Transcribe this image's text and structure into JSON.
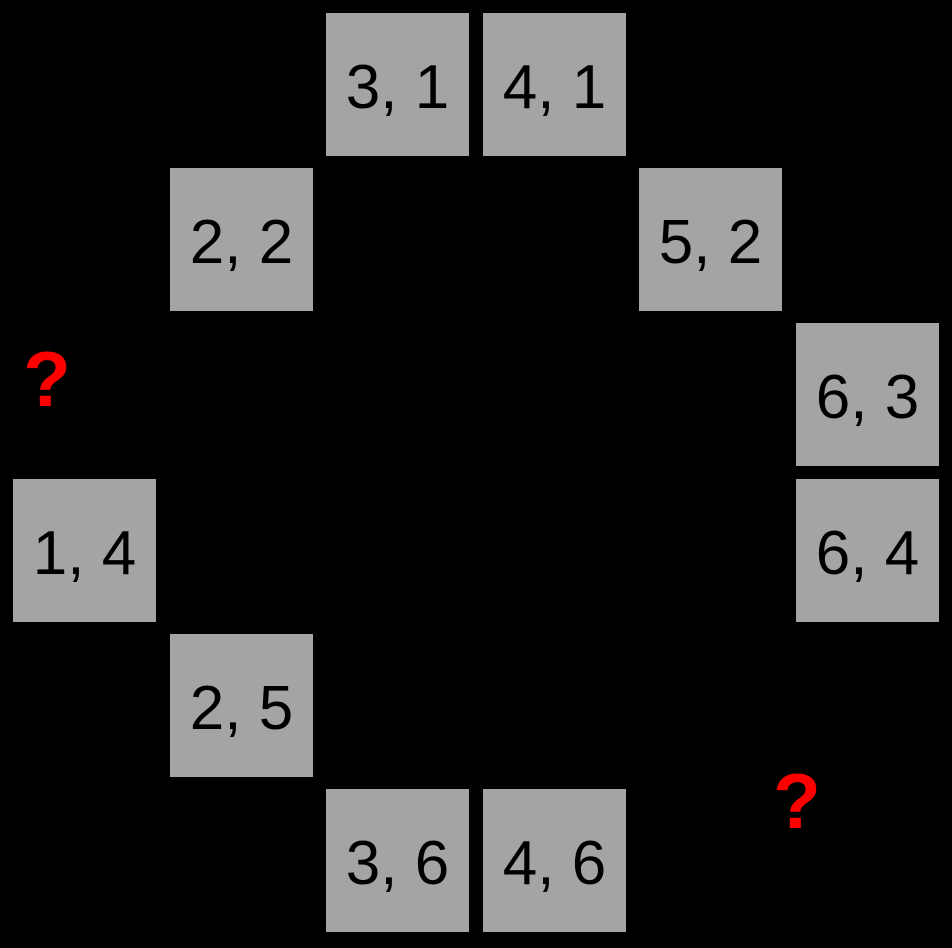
{
  "canvas": {
    "background": "#000000"
  },
  "styles": {
    "box_color": "#a4a4a4",
    "box_text_color": "#000000",
    "question_color": "#ff0000"
  },
  "boxes": [
    {
      "label": "3, 1",
      "col": 3,
      "row": 1
    },
    {
      "label": "4, 1",
      "col": 4,
      "row": 1
    },
    {
      "label": "2, 2",
      "col": 2,
      "row": 2
    },
    {
      "label": "5, 2",
      "col": 5,
      "row": 2
    },
    {
      "label": "6, 3",
      "col": 6,
      "row": 3
    },
    {
      "label": "1, 4",
      "col": 1,
      "row": 4
    },
    {
      "label": "6, 4",
      "col": 6,
      "row": 4
    },
    {
      "label": "2, 5",
      "col": 2,
      "row": 5
    },
    {
      "label": "3, 6",
      "col": 3,
      "row": 6
    },
    {
      "label": "4, 6",
      "col": 4,
      "row": 6
    }
  ],
  "questions": [
    {
      "glyph": "?",
      "missing_col": 1,
      "missing_row": 3
    },
    {
      "glyph": "?",
      "missing_col": 5,
      "missing_row": 5
    }
  ]
}
